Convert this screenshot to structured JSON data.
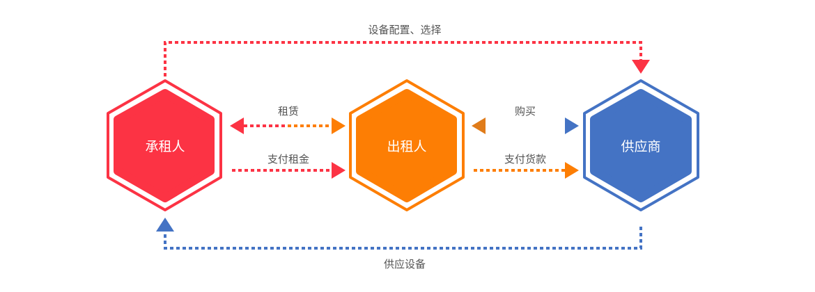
{
  "nodes": {
    "lessee": {
      "label": "承租人"
    },
    "lessor": {
      "label": "出租人"
    },
    "supplier": {
      "label": "供应商"
    }
  },
  "edges": {
    "top": {
      "label": "设备配置、选择"
    },
    "rent": {
      "label": "租赁"
    },
    "pay_rent": {
      "label": "支付租金"
    },
    "buy": {
      "label": "购买"
    },
    "pay_goods": {
      "label": "支付货款"
    },
    "bottom": {
      "label": "供应设备"
    }
  },
  "colors": {
    "red": "#fc3344",
    "orange": "#fd7e04",
    "blue": "#4473c4",
    "brown": "#a56f4b"
  }
}
